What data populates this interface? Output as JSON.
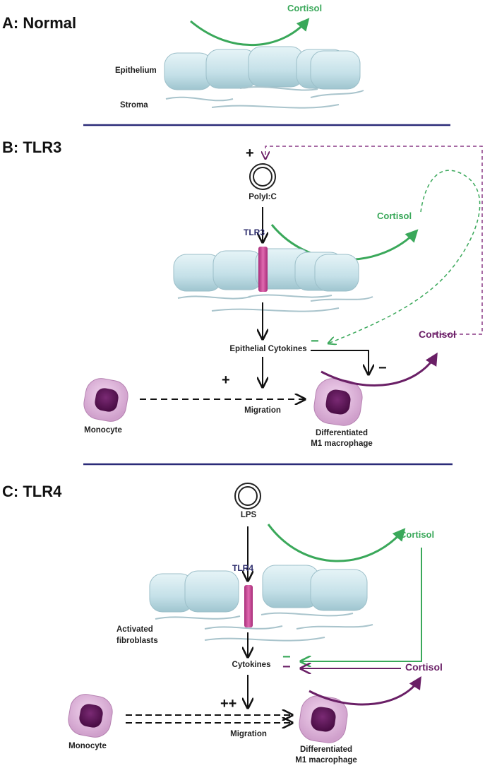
{
  "panel_a": {
    "title": "A:  Normal",
    "cortisol": "Cortisol",
    "epithelium": "Epithelium",
    "stroma": "Stroma"
  },
  "panel_b": {
    "title": "B:  TLR3",
    "plus_top": "+",
    "ligand": "PolyI:C",
    "receptor": "TLR3",
    "cortisol_green": "Cortisol",
    "cortisol_purple": "Cortisol",
    "cytokines": "Epithelial Cytokines",
    "minus_green": "−",
    "minus_black": "−",
    "plus_migration": "+",
    "migration": "Migration",
    "monocyte": "Monocyte",
    "macrophage_line1": "Differentiated",
    "macrophage_line2": "M1 macrophage"
  },
  "panel_c": {
    "title": "C:  TLR4",
    "ligand": "LPS",
    "receptor": "TLR4",
    "fibroblasts_line1": "Activated",
    "fibroblasts_line2": "fibroblasts",
    "cortisol_green": "Cortisol",
    "cortisol_purple": "Cortisol",
    "cytokines": "Cytokines",
    "minus_green": "−",
    "minus_purple": "−",
    "plus_migration": "++",
    "migration": "Migration",
    "monocyte": "Monocyte",
    "macrophage_line1": "Differentiated",
    "macrophage_line2": "M1 macrophage"
  },
  "colors": {
    "green": "#3aa85a",
    "purple": "#6a1f66",
    "magenta": "#c93d93",
    "divider": "#2b2b78",
    "cell": "#cde6ec"
  }
}
